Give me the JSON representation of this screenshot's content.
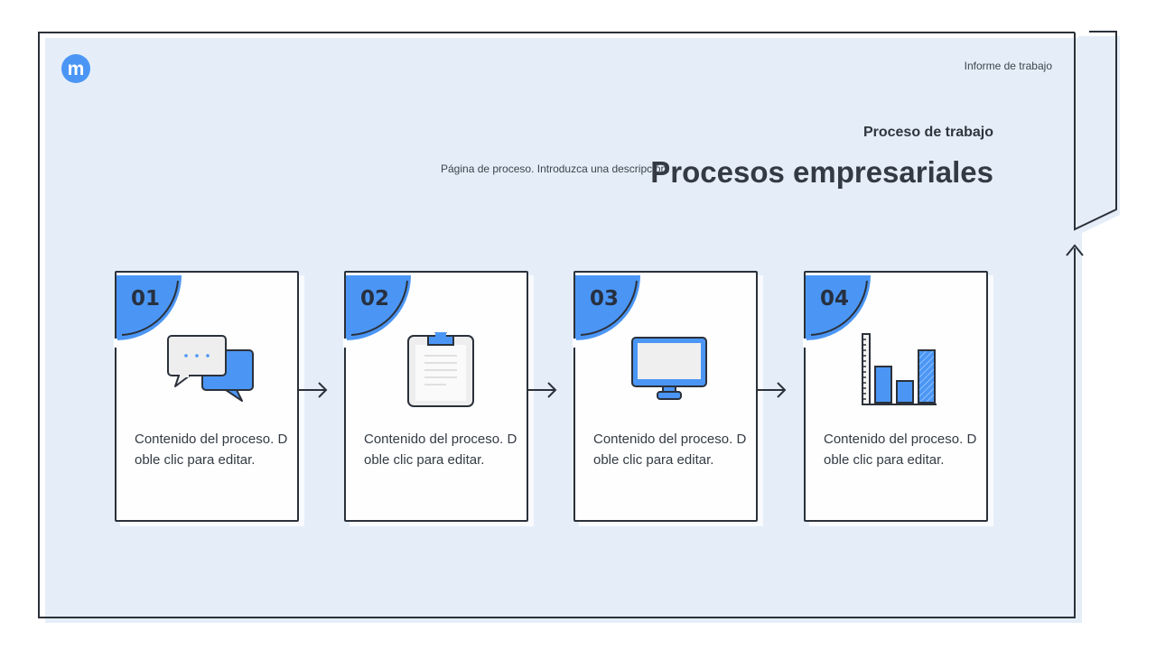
{
  "header": {
    "logo_letter": "m",
    "report_label": "Informe de trabajo",
    "section_label": "Proceso de trabajo",
    "description": "Página de proceso. Introduzca una descripción.",
    "title": "Procesos empresariales"
  },
  "colors": {
    "accent": "#4b96f5",
    "background": "#e5eef8",
    "stroke": "#2b313a"
  },
  "steps": [
    {
      "number": "01",
      "icon": "chat-bubbles-icon",
      "text": "Contenido del proceso. Doble clic para editar."
    },
    {
      "number": "02",
      "icon": "clipboard-icon",
      "text": "Contenido del proceso. Doble clic para editar."
    },
    {
      "number": "03",
      "icon": "monitor-icon",
      "text": "Contenido del proceso. Doble clic para editar."
    },
    {
      "number": "04",
      "icon": "bar-chart-icon",
      "text": "Contenido del proceso. Doble clic para editar."
    }
  ]
}
